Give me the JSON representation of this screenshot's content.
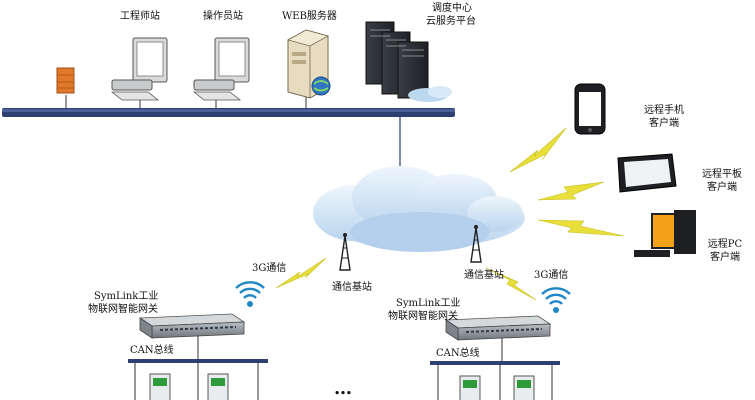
{
  "labels": {
    "engineer_station": "工程师站",
    "operator_station": "操作员站",
    "web_server": "WEB服务器",
    "dispatch_center_line1": "调度中心",
    "dispatch_center_line2": "云服务平台",
    "remote_phone_line1": "远程手机",
    "remote_phone_line2": "客户端",
    "remote_tablet_line1": "远程平板",
    "remote_tablet_line2": "客户端",
    "remote_pc_line1": "远程PC",
    "remote_pc_line2": "客户端",
    "gateway_left_line1": "SymLink工业",
    "gateway_left_line2": "物联网智能网关",
    "gateway_right_line1": "SymLink工业",
    "gateway_right_line2": "物联网智能网关",
    "base_station_left": "通信基站",
    "base_station_right": "通信基站",
    "signal_3g_left": "3G通信",
    "signal_3g_right": "3G通信",
    "can_bus_left": "CAN总线",
    "can_bus_right": "CAN总线",
    "ellipsis": "…"
  },
  "colors": {
    "backbone": "#2d3f73",
    "cloud": "#cfe2f3",
    "lightning": "#e8df3a",
    "gateway_body": "#8a9196",
    "device_green": "#2e9a3c"
  }
}
